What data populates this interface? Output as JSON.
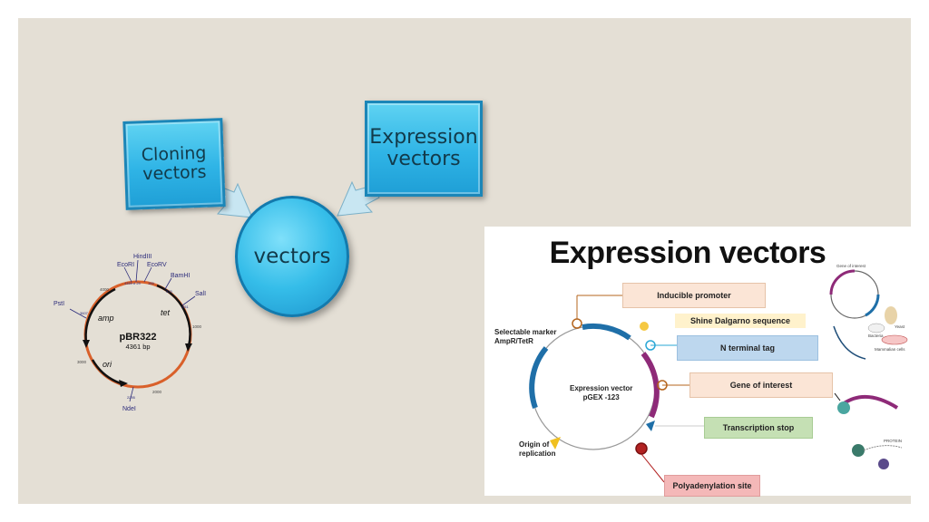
{
  "diagram": {
    "cloning_label": "Cloning\nvectors",
    "expression_label": "Expression\nvectors",
    "center_label": "vectors"
  },
  "pbr322": {
    "name": "pBR322",
    "size": "4361 bp",
    "genes": [
      "amp",
      "tet",
      "ori"
    ],
    "sites": [
      {
        "name": "HindIII",
        "pos": "4359 ≠ 29"
      },
      {
        "name": "EcoRI",
        "pos": ""
      },
      {
        "name": "EcoRV",
        "pos": "185"
      },
      {
        "name": "BamHI",
        "pos": "375"
      },
      {
        "name": "SalI",
        "pos": "651"
      },
      {
        "name": "PstI",
        "pos": "3607"
      },
      {
        "name": "NdeI",
        "pos": "2295"
      }
    ],
    "ticks": [
      "4000",
      "1000",
      "3000",
      "2000"
    ]
  },
  "expression": {
    "title": "Expression vectors",
    "vector_name": "Expression vector\npGEX -123",
    "selectable_marker": "Selectable marker\nAmpR/TetR",
    "origin": "Origin of\nreplication",
    "labels": [
      {
        "text": "Inducible promoter",
        "color": "#fbe5d6"
      },
      {
        "text": "Shine Dalgarno sequence",
        "color": "#fff2cc"
      },
      {
        "text": "N terminal tag",
        "color": "#bdd7ee"
      },
      {
        "text": "Gene of interest",
        "color": "#fbe5d6"
      },
      {
        "text": "Transcription stop",
        "color": "#c5e0b4"
      },
      {
        "text": "Polyadenylation site",
        "color": "#f4b8b8"
      }
    ],
    "side_labels": {
      "gene_of_interest": "Gene of interest",
      "yeast": "Yeast",
      "bacteria": "Bacteria",
      "mammalian": "Mammalian cells",
      "protein": "PROTEIN"
    }
  }
}
